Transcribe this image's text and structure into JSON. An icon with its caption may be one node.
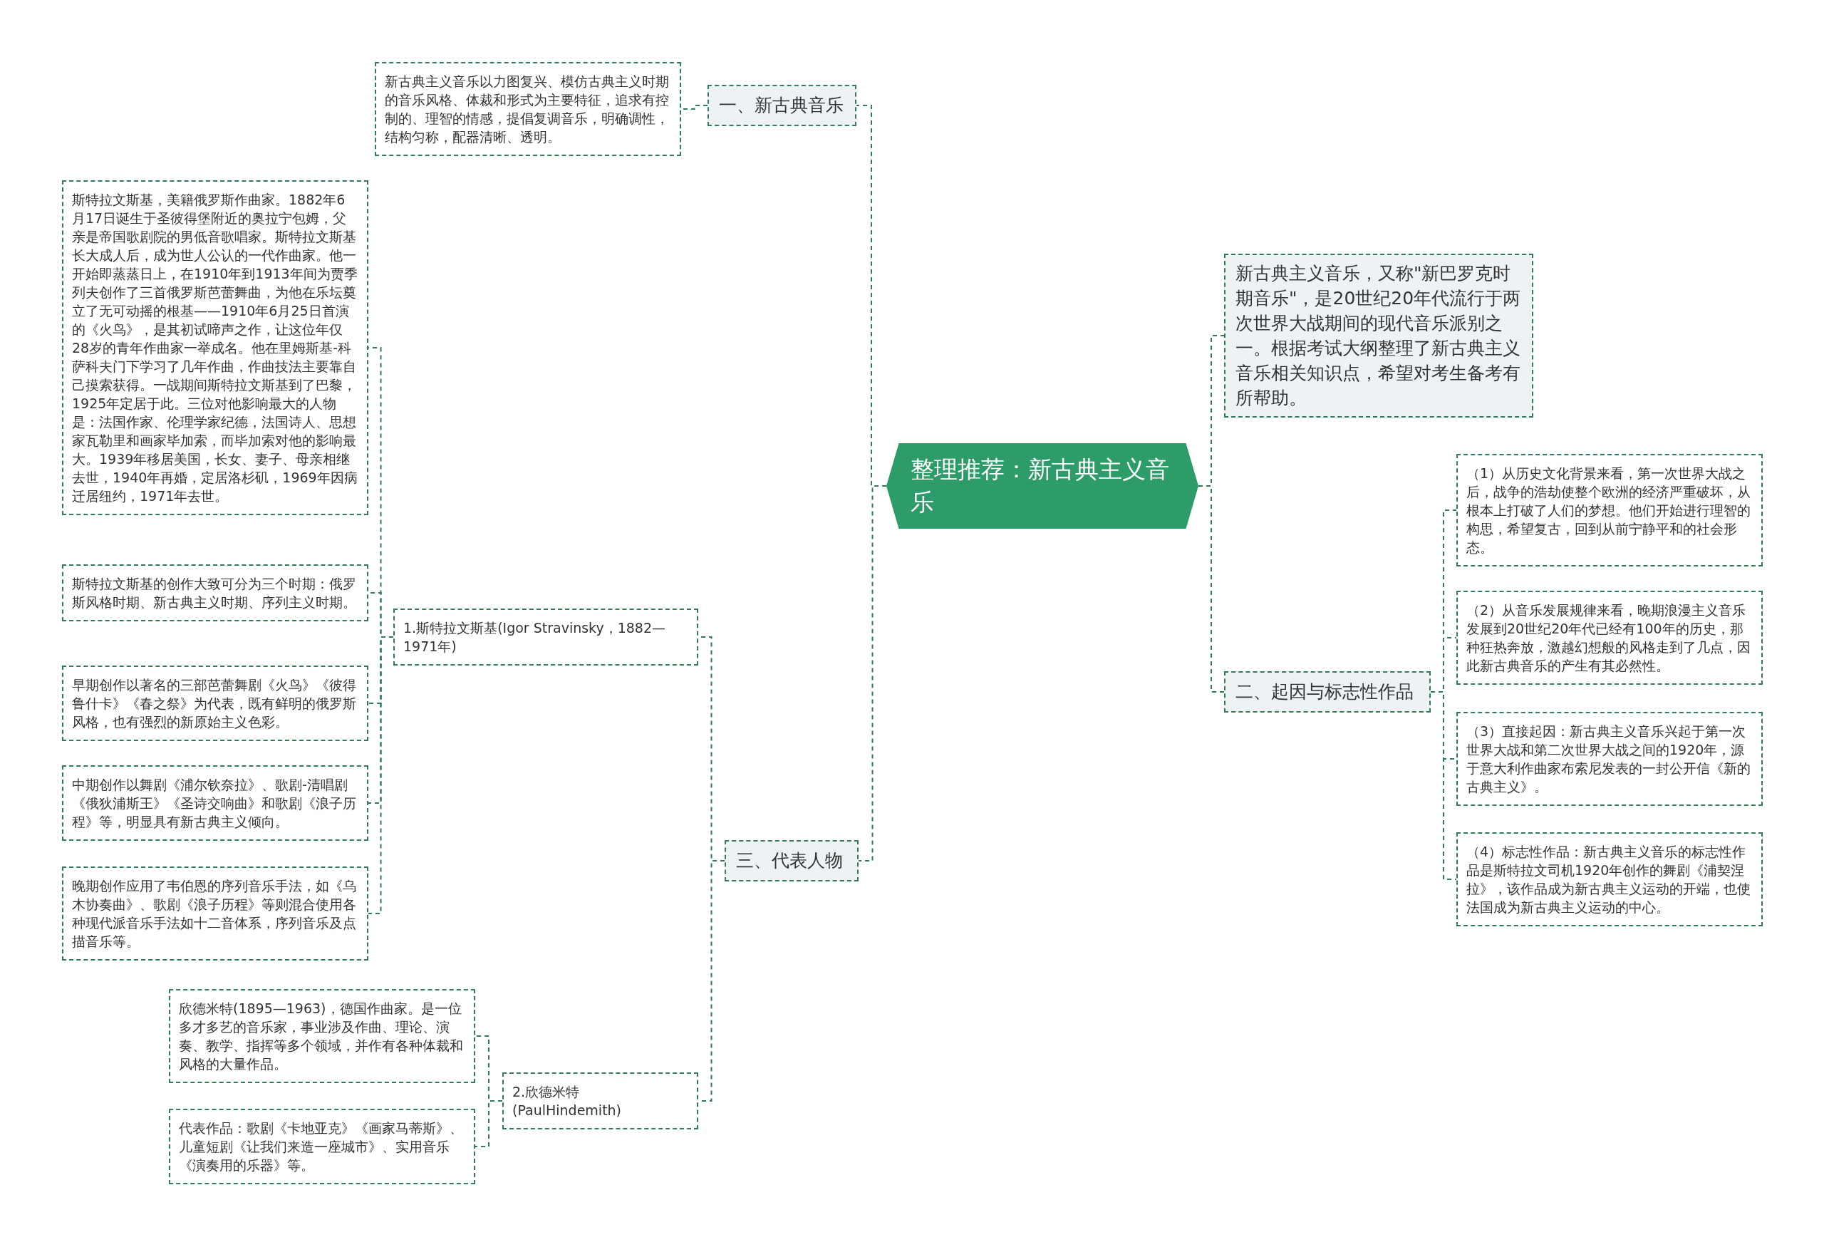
{
  "diagram": {
    "nodes": [
      {
        "text": [
          "整理推荐：新古典主义音乐"
        ]
      },
      {
        "text": [
          "一、新古典音乐"
        ]
      },
      {
        "text": [
          "新古典主义音乐以力图复兴、模仿古典主义时期的音乐风格、体裁和形式为主要特征，追求有控制的、理智的情感，提倡复调音乐，明确调性，结构匀称，配器清晰、透明。"
        ]
      },
      {
        "text": [
          "新古典主义音乐，又称\"新巴罗克时期音乐\"，是20世纪20年代流行于两次世界大战期间的现代音乐派别之一。根据考试大纲整理了新古典主义音乐相关知识点，希望对考生备考有所帮助。"
        ]
      },
      {
        "text": [
          "二、起因与标志性作品"
        ]
      },
      {
        "text": [
          "（1）从历史文化背景来看，第一次世界大战之后，战争的浩劫使整个欧洲的经济严重破坏，从根本上打破了人们的梦想。他们开始进行理智的构思，希望复古，回到从前宁静平和的社会形态。"
        ]
      },
      {
        "text": [
          "（2）从音乐发展规律来看，晚期浪漫主义音乐发展到20世纪20年代已经有100年的历史，那种狂热奔放，激越幻想般的风格走到了几点，因此新古典音乐的产生有其必然性。"
        ]
      },
      {
        "text": [
          "（3）直接起因：新古典主义音乐兴起于第一次世界大战和第二次世界大战之间的1920年，源于意大利作曲家布索尼发表的一封公开信《新的古典主义》。"
        ]
      },
      {
        "text": [
          "（4）标志性作品：新古典主义音乐的标志性作品是斯特拉文司机1920年创作的舞剧《浦契涅拉》，该作品成为新古典主义运动的开端，也使法国成为新古典主义运动的中心。"
        ]
      },
      {
        "text": [
          "三、代表人物"
        ]
      },
      {
        "text": [
          "1.斯特拉文斯基(Igor Stravinsky，1882—1971年)"
        ]
      },
      {
        "text": [
          "斯特拉文斯基，美籍俄罗斯作曲家。1882年6月17日诞生于圣彼得堡附近的奥拉宁包姆，父亲是帝国歌剧院的男低音歌唱家。斯特拉文斯基长大成人后，成为世人公认的一代作曲家。他一开始即蒸蒸日上，在1910年到1913年间为贾季列夫创作了三首俄罗斯芭蕾舞曲，为他在乐坛奠立了无可动摇的根基——1910年6月25日首演的《火鸟》，是其初试啼声之作，让这位年仅28岁的青年作曲家一举成名。他在里姆斯基-科萨科夫门下学习了几年作曲，作曲技法主要靠自己摸索获得。一战期间斯特拉文斯基到了巴黎，1925年定居于此。三位对他影响最大的人物是：法国作家、伦理学家纪德，法国诗人、思想家瓦勒里和画家毕加索，而毕加索对他的影响最大。1939年移居美国，长女、妻子、母亲相继去世，1940年再婚，定居洛杉矶，1969年因病迁居纽约，1971年去世。"
        ]
      },
      {
        "text": [
          "斯特拉文斯基的创作大致可分为三个时期：俄罗斯风格时期、新古典主义时期、序列主义时期。"
        ]
      },
      {
        "text": [
          "早期创作以著名的三部芭蕾舞剧《火鸟》《彼得鲁什卡》《春之祭》为代表，既有鲜明的俄罗斯风格，也有强烈的新原始主义色彩。"
        ]
      },
      {
        "text": [
          "中期创作以舞剧《浦尔钦奈拉》、歌剧-清唱剧《俄狄浦斯王》《圣诗交响曲》和歌剧《浪子历程》等，明显具有新古典主义倾向。"
        ]
      },
      {
        "text": [
          "晚期创作应用了韦伯恩的序列音乐手法，如《乌木协奏曲》、歌剧《浪子历程》等则混合使用各种现代派音乐手法如十二音体系，序列音乐及点描音乐等。"
        ]
      },
      {
        "text": [
          "2.欣德米特(PaulHindemith)"
        ]
      },
      {
        "text": [
          "欣德米特(1895—1963)，德国作曲家。是一位多才多艺的音乐家，事业涉及作曲、理论、演奏、教学、指挥等多个领域，并作有各种体裁和风格的大量作品。"
        ]
      },
      {
        "text": [
          "代表作品：歌剧《卡地亚克》《画家马蒂斯》、儿童短剧《让我们来造一座城市》、实用音乐《演奏用的乐器》等。"
        ]
      }
    ],
    "edges": [
      {
        "from": 0,
        "to": 1,
        "arrow": "none",
        "style": "dashed"
      },
      {
        "from": 1,
        "to": 2,
        "arrow": "none",
        "style": "dashed"
      },
      {
        "from": 0,
        "to": 3,
        "arrow": "none",
        "style": "dashed"
      },
      {
        "from": 0,
        "to": 4,
        "arrow": "none",
        "style": "dashed"
      },
      {
        "from": 4,
        "to": 5,
        "arrow": "none",
        "style": "dashed"
      },
      {
        "from": 4,
        "to": 6,
        "arrow": "none",
        "style": "dashed"
      },
      {
        "from": 4,
        "to": 7,
        "arrow": "none",
        "style": "dashed"
      },
      {
        "from": 4,
        "to": 8,
        "arrow": "none",
        "style": "dashed"
      },
      {
        "from": 0,
        "to": 9,
        "arrow": "none",
        "style": "dashed"
      },
      {
        "from": 9,
        "to": 10,
        "arrow": "none",
        "style": "dashed"
      },
      {
        "from": 10,
        "to": 11,
        "arrow": "none",
        "style": "dashed"
      },
      {
        "from": 10,
        "to": 12,
        "arrow": "none",
        "style": "dashed"
      },
      {
        "from": 10,
        "to": 13,
        "arrow": "none",
        "style": "dashed"
      },
      {
        "from": 10,
        "to": 14,
        "arrow": "none",
        "style": "dashed"
      },
      {
        "from": 10,
        "to": 15,
        "arrow": "none",
        "style": "dashed"
      },
      {
        "from": 9,
        "to": 16,
        "arrow": "none",
        "style": "dashed"
      },
      {
        "from": 16,
        "to": 17,
        "arrow": "none",
        "style": "dashed"
      },
      {
        "from": 16,
        "to": 18,
        "arrow": "none",
        "style": "dashed"
      }
    ]
  }
}
